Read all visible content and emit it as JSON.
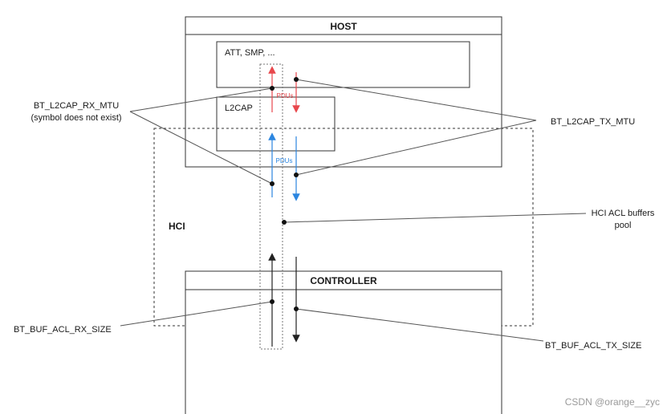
{
  "blocks": {
    "host": "HOST",
    "att_smp": "ATT, SMP, ...",
    "l2cap": "L2CAP",
    "hci": "HCI",
    "controller": "CONTROLLER"
  },
  "pdus": {
    "upper": "PDUs",
    "lower": "PDUs"
  },
  "callouts": {
    "rx_mtu": "BT_L2CAP_RX_MTU",
    "rx_mtu_note": "(symbol does not exist)",
    "tx_mtu": "BT_L2CAP_TX_MTU",
    "acl_pool_line1": "HCI ACL buffers",
    "acl_pool_line2": "pool",
    "acl_rx_size": "BT_BUF_ACL_RX_SIZE",
    "acl_tx_size": "BT_BUF_ACL_TX_SIZE"
  },
  "watermark": "CSDN @orange__zyc",
  "colors": {
    "rx_arrow": "#e8474c",
    "tx_arrow": "#2c86e0",
    "line": "#333333",
    "callout_line": "#555555"
  }
}
